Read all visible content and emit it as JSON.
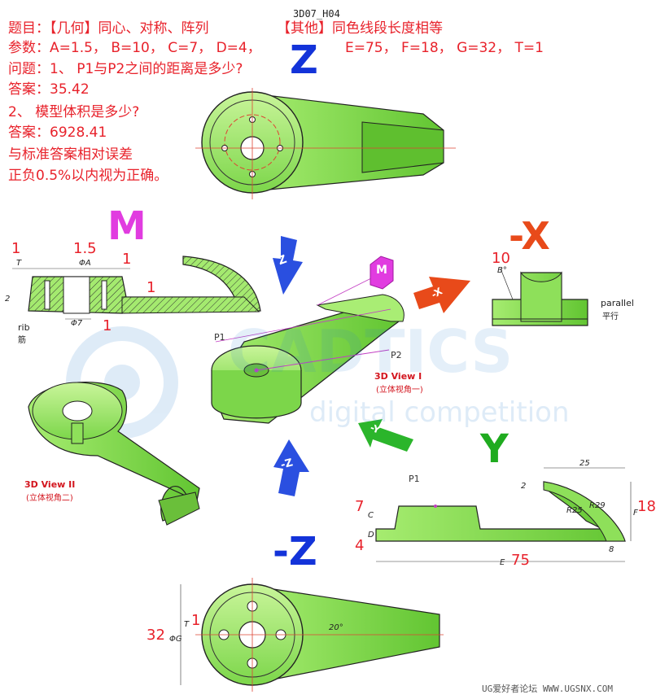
{
  "header": {
    "code": "3D07_H04"
  },
  "problem": {
    "title_prefix": "题目：",
    "title_tag1": "【几何】同心、对称、阵列",
    "title_tag2": "【其他】同色线段长度相等",
    "params": "参数：A=1.5， B=10， C=7， D=4，",
    "params2": "E=75， F=18， G=32， T=1",
    "q1": "问题：1、 P1与P2之间的距离是多少?",
    "a1": "答案：35.42",
    "q2": "2、 模型体积是多少?",
    "a2": "答案：6928.41",
    "tol1": "与标准答案相对误差",
    "tol2": "正负0.5%以内视为正确。"
  },
  "views": {
    "z": "Z",
    "m": "M",
    "neg_x": "-X",
    "y": "Y",
    "neg_z": "-Z",
    "view1_title": "3D View I",
    "view1_sub": "(立体视角一)",
    "view2_title": "3D View II",
    "view2_sub": "(立体视角二)",
    "p1": "P1",
    "p2": "P2",
    "arrow_z": "Z",
    "arrow_negz": "-Z",
    "arrow_x": "-X",
    "arrow_y": "-Y",
    "cube_m": "M"
  },
  "dims": {
    "m_T1": "1",
    "m_A": "1.5",
    "m_T2": "1",
    "m_T3": "1",
    "m_T4": "1",
    "m_lbl_T": "T",
    "m_lbl_A": "ΦA",
    "m_lbl_7": "Φ7",
    "m_lbl_2": "2",
    "rib": "rib",
    "rib_cn": "筋",
    "x_B": "10",
    "x_lbl_B": "B°",
    "parallel": "parallel",
    "parallel_cn": "平行",
    "y_C": "7",
    "y_D": "4",
    "y_E": "75",
    "y_F": "18",
    "y_lbl_C": "C",
    "y_lbl_D": "D",
    "y_lbl_E": "E",
    "y_lbl_F": "F",
    "y_25": "25",
    "y_2": "2",
    "y_R25": "R25",
    "y_R29": "R29",
    "y_8": "8",
    "z_G": "32",
    "z_T": "1",
    "z_lbl_G": "ΦG",
    "z_lbl_T": "T",
    "z_20": "20°"
  },
  "watermark": {
    "brand": "CADTICS",
    "sub": "digital competition"
  },
  "footer": "UG爱好者论坛 WWW.UGSNX.COM"
}
